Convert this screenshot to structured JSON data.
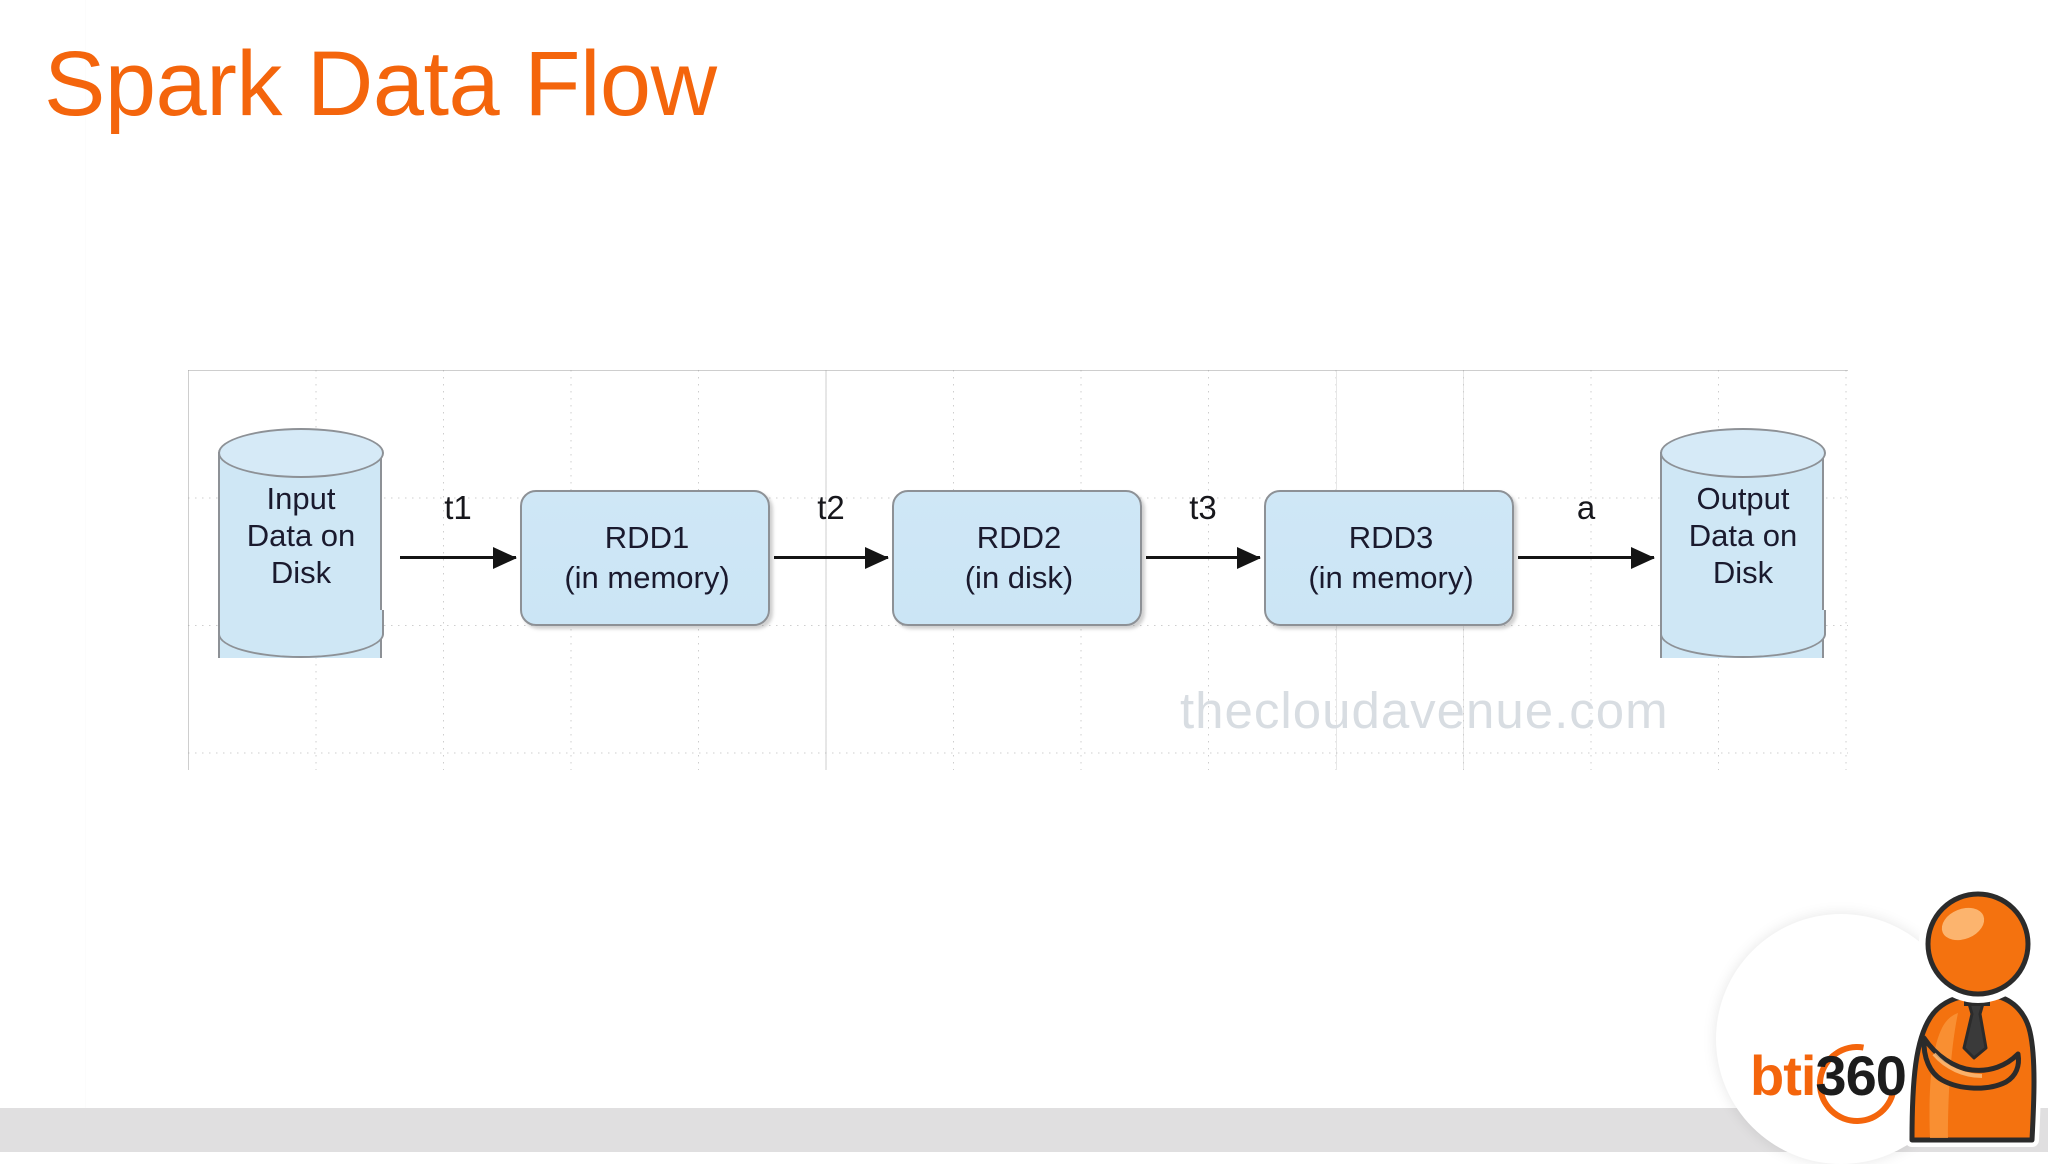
{
  "slide": {
    "title": "Spark Data Flow",
    "title_color": "#f4650c",
    "background_color": "#ffffff",
    "bottom_band_color": "#e0dfe0",
    "watermark": "thecloudavenue.com",
    "watermark_color": "#d8dde2"
  },
  "diagram": {
    "type": "flow",
    "node_fill_color": "#cfe7f5",
    "node_stroke_color": "#8d9196",
    "connector_color": "#141414",
    "nodes": [
      {
        "id": "input",
        "shape": "cylinder",
        "line1": "Input",
        "line2": "Data on",
        "line3": "Disk"
      },
      {
        "id": "rdd1",
        "shape": "rounded-rect",
        "line1": "RDD1",
        "line2": "(in memory)"
      },
      {
        "id": "rdd2",
        "shape": "rounded-rect",
        "line1": "RDD2",
        "line2": "(in disk)"
      },
      {
        "id": "rdd3",
        "shape": "rounded-rect",
        "line1": "RDD3",
        "line2": "(in memory)"
      },
      {
        "id": "output",
        "shape": "cylinder",
        "line1": "Output",
        "line2": "Data on",
        "line3": "Disk"
      }
    ],
    "connectors": [
      {
        "id": "c1",
        "from": "input",
        "to": "rdd1",
        "label": "t1"
      },
      {
        "id": "c2",
        "from": "rdd1",
        "to": "rdd2",
        "label": "t2"
      },
      {
        "id": "c3",
        "from": "rdd2",
        "to": "rdd3",
        "label": "t3"
      },
      {
        "id": "c4",
        "from": "rdd3",
        "to": "output",
        "label": "a"
      }
    ]
  },
  "logo": {
    "word_primary": "bti",
    "word_secondary": "360",
    "primary_color": "#f4650c",
    "secondary_color": "#1c1c1c"
  }
}
